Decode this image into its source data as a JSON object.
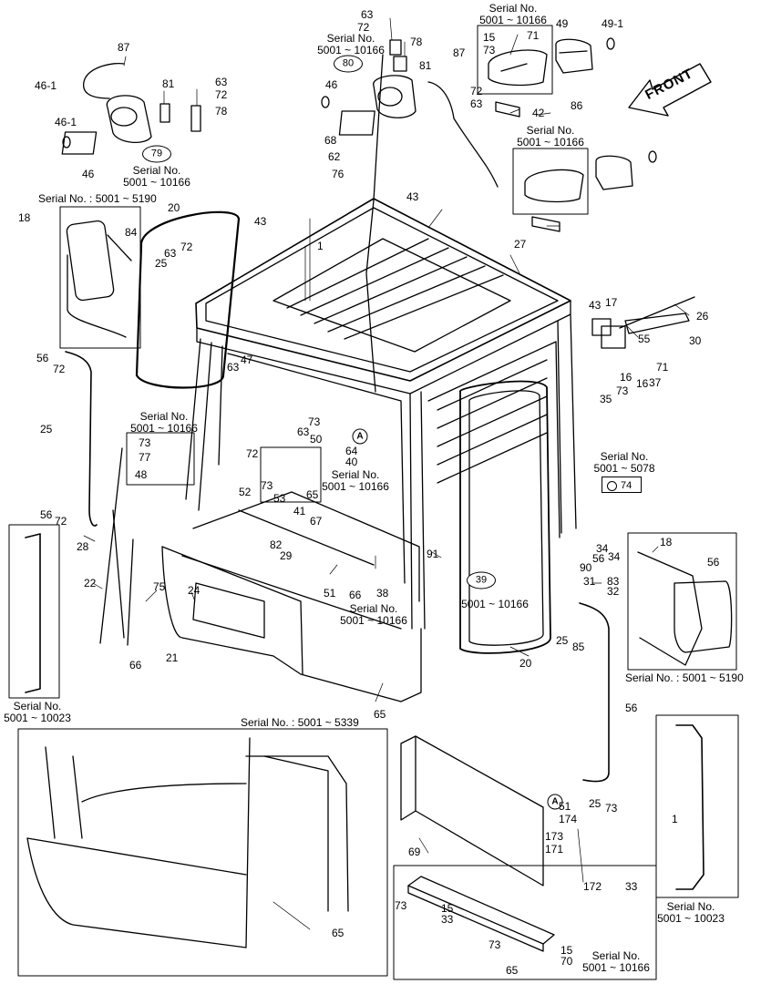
{
  "front_label": "FRONT",
  "circle_refs": {
    "c80": "80",
    "c79": "79",
    "c39": "39"
  },
  "view_marker": "A",
  "box74": "74",
  "serial": {
    "top_center": [
      "Serial No.",
      "5001 ~ 10166"
    ],
    "top_right_inset": [
      "Serial No.",
      "5001 ~ 10166"
    ],
    "right_lamp_inset": [
      "Serial No.",
      "5001 ~ 10166"
    ],
    "under_79": [
      "Serial No.",
      "5001 ~ 10166"
    ],
    "left_mirror": "Serial No. : 5001 ~ 5190",
    "wiper_motor_inset": [
      "Serial No.",
      "5001 ~ 10166"
    ],
    "mid_inset": [
      "Serial No.",
      "5001 ~ 10166"
    ],
    "box74_inset": [
      "Serial No.",
      "5001 ~ 5078"
    ],
    "lower_center": [
      "Serial No.",
      "5001 ~ 10166"
    ],
    "near_39": "5001 ~ 10166",
    "left_handrail": [
      "Serial No.",
      "5001 ~ 10023"
    ],
    "right_mirror": "Serial No. : 5001 ~ 5190",
    "cab_inset": "Serial No. : 5001 ~ 5339",
    "right_handrail": [
      "Serial No.",
      "5001 ~ 10023"
    ],
    "bottom_right": [
      "Serial No.",
      "5001 ~ 10166"
    ]
  },
  "parts": [
    "63",
    "72",
    "78",
    "81",
    "87",
    "71",
    "15",
    "73",
    "49",
    "49-1",
    "86",
    "42",
    "72",
    "63",
    "87",
    "81",
    "63",
    "72",
    "78",
    "46-1",
    "46",
    "46-1",
    "46",
    "68",
    "62",
    "76",
    "43",
    "43",
    "1",
    "27",
    "26",
    "30",
    "55",
    "43",
    "17",
    "16",
    "71",
    "37",
    "16",
    "73",
    "35",
    "20",
    "18",
    "84",
    "72",
    "63",
    "25",
    "56",
    "72",
    "63",
    "47",
    "73",
    "64",
    "40",
    "73",
    "77",
    "48",
    "72",
    "63",
    "50",
    "52",
    "73",
    "53",
    "65",
    "25",
    "56",
    "72",
    "41",
    "67",
    "82",
    "29",
    "28",
    "22",
    "75",
    "24",
    "21",
    "66",
    "51",
    "66",
    "38",
    "91",
    "34",
    "56",
    "90",
    "34",
    "83",
    "31",
    "32",
    "18",
    "20",
    "56",
    "25",
    "85",
    "65",
    "56",
    "25",
    "73",
    "51",
    "174",
    "173",
    "171",
    "172",
    "33",
    "69",
    "73",
    "15",
    "33",
    "73",
    "15",
    "70",
    "65",
    "1",
    "65"
  ]
}
